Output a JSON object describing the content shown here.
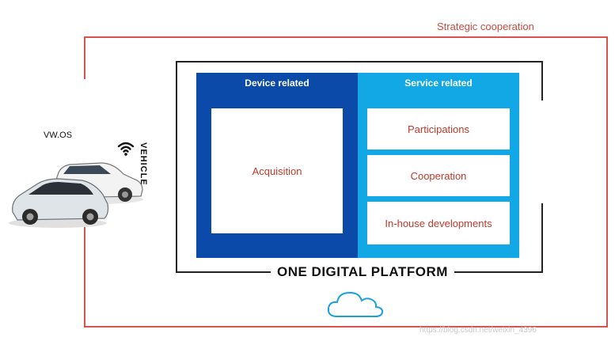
{
  "strategic_label": "Strategic cooperation",
  "platform_label": "ONE DIGITAL PLATFORM",
  "vehicle": {
    "os_label": "VW.OS",
    "vertical_label": "VEHICLE"
  },
  "device_column": {
    "title": "Device related",
    "items": [
      "Acquisition"
    ]
  },
  "service_column": {
    "title": "Service related",
    "items": [
      "Participations",
      "Cooperation",
      "In-house developments"
    ]
  },
  "colors": {
    "device_blue": "#0b4aa8",
    "service_blue": "#12a8e6",
    "frame_red": "#d9534f",
    "item_text_red": "#c0392b"
  },
  "icons": [
    "wifi-icon",
    "cloud-icon",
    "car-icon"
  ],
  "watermark": "https://blog.csdn.net/weixin_4396"
}
